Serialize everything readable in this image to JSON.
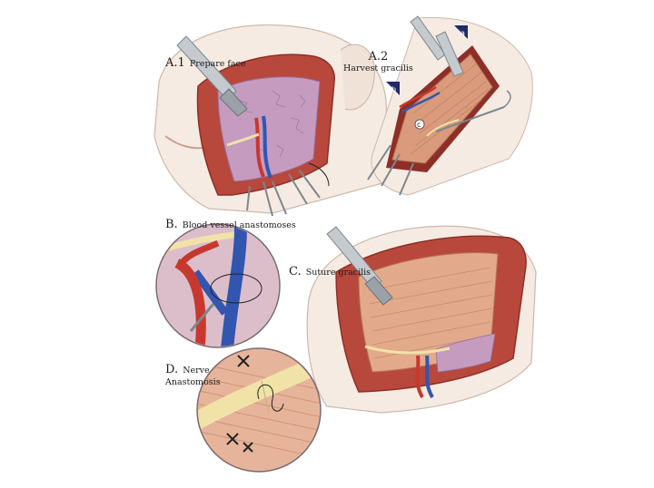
{
  "labels": {
    "a1": {
      "letter": "A.1",
      "text": "Prepare face"
    },
    "a2": {
      "letter": "A.2",
      "text": "Harvest gracilis"
    },
    "b": {
      "letter": "B.",
      "text": "Blood vessel anastomoses"
    },
    "c": {
      "letter": "C.",
      "text": "Suture gracilis"
    },
    "d": {
      "letter": "D.",
      "text": "Nerve",
      "text2": "Anastomosis"
    }
  },
  "markers": {
    "a": "a",
    "b": "b",
    "c": "c"
  },
  "colors": {
    "skin": "#f3e6dc",
    "skin_line": "#c9b3a5",
    "flap": "#b8483c",
    "flap_dark": "#8e2f27",
    "muscle": "#d99b7c",
    "muscle_light": "#e9b89c",
    "tissue": "#b995b8",
    "artery": "#c8382f",
    "vein": "#3256b0",
    "nerve": "#f1e3a8",
    "metal": "#c5cace",
    "metal_dark": "#7d868c",
    "suture": "#222222"
  }
}
